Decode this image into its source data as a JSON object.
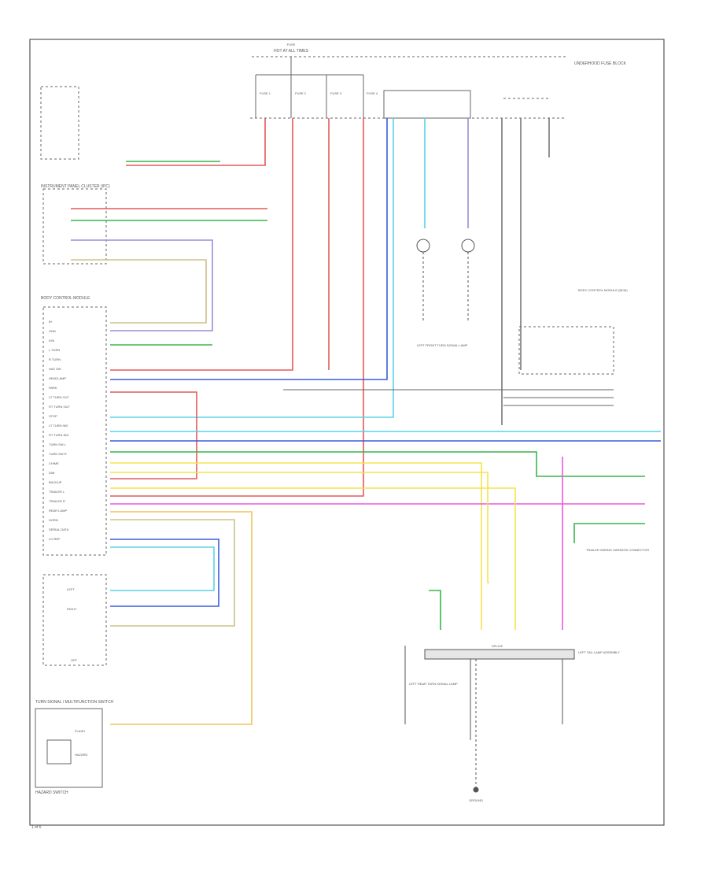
{
  "footer": {
    "code": "1 of 6"
  },
  "top_labels": {
    "hot_at_all_times": "HOT AT ALL TIMES",
    "fuse": "FUSE",
    "underhood_fuse_block": "UNDERHOOD FUSE BLOCK",
    "body_control_module": "BODY CONTROL MODULE (BCM)",
    "ip_fuse_block": "INSTRUMENT PANEL CLUSTER (IPC)"
  },
  "fuses": [
    "FUSE 1",
    "FUSE 2",
    "FUSE 3",
    "FUSE 4"
  ],
  "colors": {
    "red": "#e35a5a",
    "green": "#39b54a",
    "blue": "#3b5bdb",
    "cyan": "#5ad2e6",
    "yellow": "#f5e34a",
    "magenta": "#e85ae0",
    "purple": "#9c8cd8",
    "tan": "#cfc08a",
    "orange": "#f0c25a",
    "gray": "#777777"
  },
  "left_labels": {
    "module_block": "BODY CONTROL MODULE",
    "turn_signal": "TURN SIGNAL / MULTIFUNCTION SWITCH",
    "hazard": "HAZARD SWITCH",
    "hazard_sub": "HAZARD",
    "flash": "FLASH",
    "left_turn": "LEFT",
    "right_turn": "RIGHT",
    "turn_off": "OFF"
  },
  "right_labels": {
    "front_lamp": "LEFT FRONT TURN SIGNAL LAMP",
    "rear_lamp": "LEFT REAR TURN SIGNAL LAMP",
    "ground": "GROUND",
    "splice": "SPLICE",
    "trailer": "TRAILER WIRING HARNESS CONNECTOR",
    "lamp_assembly": "LEFT TAIL LAMP ASSEMBLY"
  },
  "pin_labels": [
    "B+",
    "GND",
    "IGN",
    "L TURN",
    "R TURN",
    "HAZ SW",
    "HEADLAMP",
    "PARK",
    "LT TURN OUT",
    "RT TURN OUT",
    "STOP",
    "LT TURN IND",
    "RT TURN IND",
    "TURN SW L",
    "TURN SW R",
    "CHIME",
    "DIM",
    "BACKUP",
    "TRAILER L",
    "TRAILER R",
    "REAR LAMP",
    "HORN",
    "SERIAL DATA",
    "LO REF"
  ]
}
